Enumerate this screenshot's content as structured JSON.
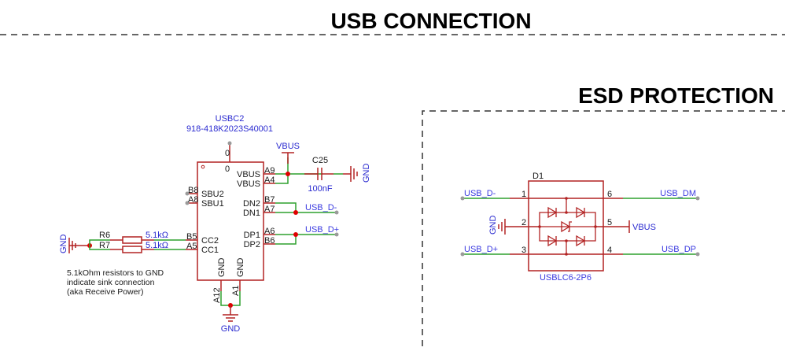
{
  "sections": {
    "usb_connection": {
      "title": "USB CONNECTION"
    },
    "esd_protection": {
      "title": "ESD PROTECTION"
    }
  },
  "connector": {
    "ref": "USBC2",
    "part_number": "918-418K2023S40001",
    "pins": {
      "a9": {
        "number": "A9",
        "name": "VBUS"
      },
      "a4": {
        "number": "A4",
        "name": "VBUS"
      },
      "b8": {
        "number": "B8",
        "name": "SBU2"
      },
      "a8": {
        "number": "A8",
        "name": "SBU1"
      },
      "b7": {
        "number": "B7",
        "name": "DN2"
      },
      "a7": {
        "number": "A7",
        "name": "DN1"
      },
      "a6": {
        "number": "A6",
        "name": "DP1"
      },
      "b6": {
        "number": "B6",
        "name": "DP2"
      },
      "b5": {
        "number": "B5",
        "name": "CC2"
      },
      "a5": {
        "number": "A5",
        "name": "CC1"
      },
      "a12": {
        "number": "A12",
        "name": "GND"
      },
      "a1": {
        "number": "A1",
        "name": "GND"
      },
      "shield_top": "0",
      "shield_inner": "0"
    }
  },
  "capacitor": {
    "ref": "C25",
    "value": "100nF"
  },
  "resistors": [
    {
      "ref": "R6",
      "value": "5.1kΩ"
    },
    {
      "ref": "R7",
      "value": "5.1kΩ"
    }
  ],
  "power": {
    "vbus": "VBUS",
    "gnd": "GND"
  },
  "nets": {
    "usb_d_minus": "USB_D-",
    "usb_d_plus": "USB_D+",
    "usb_dm": "USB_DM",
    "usb_dp": "USB_DP"
  },
  "note": {
    "line1": "5.1kOhm resistors to GND",
    "line2": "indicate sink connection",
    "line3": "(aka Receive Power)"
  },
  "esd_ic": {
    "ref": "D1",
    "part_number": "USBLC6-2P6",
    "pins": [
      "1",
      "2",
      "3",
      "4",
      "5",
      "6"
    ]
  },
  "colors": {
    "part": "#b22222",
    "wire": "#2ea02e",
    "junction": "#e00000",
    "net_label": "#3a3ae0",
    "power_label": "#2b2bd0"
  }
}
